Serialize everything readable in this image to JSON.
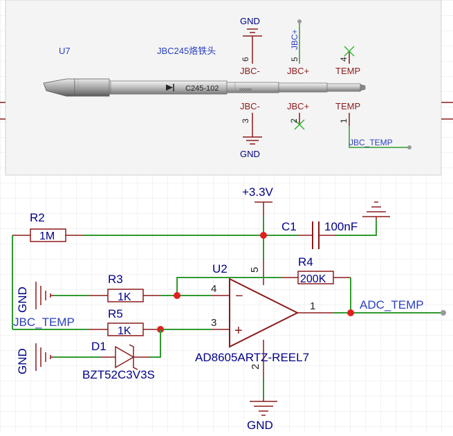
{
  "colors": {
    "wire": "#2f9a2f",
    "pin": "#8b1a1a",
    "part": "#8b1a1a",
    "junction": "#e02020",
    "label": "#2a3fbf",
    "power": "#000088",
    "grid": "#e6e6e6",
    "panel_bg": "#f4f4f4",
    "noconnect": "#2fb52f"
  },
  "connector": {
    "designator": "U7",
    "name": "JBC245烙铁头",
    "tip_marking": "C245-102",
    "tip_subtext": "xxxxxx",
    "gnd_top": "GND",
    "gnd_bottom": "GND",
    "pin6_num": "6",
    "pin6_name": "JBC-",
    "pin5_num": "5",
    "pin5_net": "JBC+",
    "pin5_name": "JBC+",
    "pin4_num": "4",
    "pin4_name": "TEMP",
    "pin3_num": "3",
    "pin3_name": "JBC-",
    "pin2_num": "2",
    "pin2_name": "JBC+",
    "pin1_num": "1",
    "pin1_name": "TEMP",
    "pin1_net": "JBC_TEMP"
  },
  "amp_circuit": {
    "supply": "+3.3V",
    "r2": {
      "ref": "R2",
      "value": "1M"
    },
    "c1": {
      "ref": "C1",
      "value": "100nF"
    },
    "r4": {
      "ref": "R4",
      "value": "200K"
    },
    "r3": {
      "ref": "R3",
      "value": "1K"
    },
    "r5": {
      "ref": "R5",
      "value": "1K"
    },
    "d1": {
      "ref": "D1",
      "value": "BZT52C3V3S"
    },
    "u2": {
      "ref": "U2",
      "value": "AD8605ARTZ-REEL7",
      "pin_vplus": "5",
      "pin_inm": "4",
      "pin_inp": "3",
      "pin_out": "1",
      "pin_vminus": "2",
      "minus_sign": "−",
      "plus_sign": "+"
    },
    "gnd_r3": "GND",
    "gnd_d1": "GND",
    "gnd_u2": "GND",
    "net_in": "JBC_TEMP",
    "net_out": "ADC_TEMP"
  }
}
